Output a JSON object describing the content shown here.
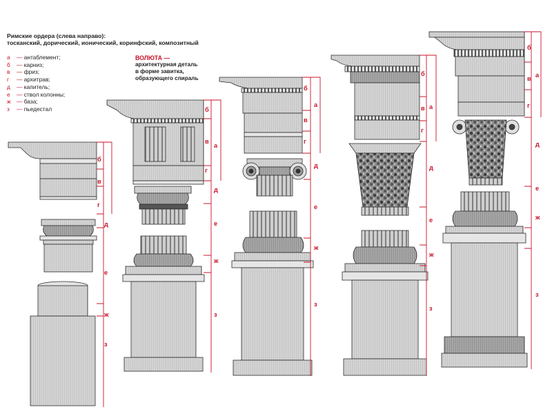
{
  "title": {
    "line1": "Римские ордера (слева направо):",
    "line2": "тосканский, дорический, ионический, коринфский, композитный"
  },
  "legend": [
    {
      "letter": "а",
      "text": "антаблемент;"
    },
    {
      "letter": "б",
      "text": "карниз;"
    },
    {
      "letter": "в",
      "text": "фриз;"
    },
    {
      "letter": "г",
      "text": "архитрав;"
    },
    {
      "letter": "д",
      "text": "капитель;"
    },
    {
      "letter": "е",
      "text": "ствол колонны;"
    },
    {
      "letter": "ж",
      "text": "база;"
    },
    {
      "letter": "з",
      "text": "пьедестал"
    }
  ],
  "legend_dash": "—",
  "volute_note": {
    "title": "ВОЛЮТА —",
    "lines": [
      "архитектурная деталь",
      "в форме завитка,",
      "образующего спираль"
    ]
  },
  "orders": [
    {
      "name": "Тосканский",
      "labels": {
        "б": "б",
        "в": "в",
        "г": "г",
        "д": "д",
        "е": "е",
        "ж": "ж",
        "з": "з"
      }
    },
    {
      "name": "Дорический",
      "labels": {
        "а": "а",
        "б": "б",
        "в": "в",
        "г": "г",
        "д": "д",
        "е": "е",
        "ж": "ж",
        "з": "з"
      }
    },
    {
      "name": "Ионический",
      "labels": {
        "а": "а",
        "б": "б",
        "в": "в",
        "г": "г",
        "д": "д",
        "е": "е",
        "ж": "ж",
        "з": "з"
      }
    },
    {
      "name": "Коринфский",
      "labels": {
        "а": "а",
        "б": "б",
        "в": "в",
        "г": "г",
        "д": "д",
        "е": "е",
        "ж": "ж",
        "з": "з"
      }
    },
    {
      "name": "Композитный",
      "labels": {
        "а": "а",
        "б": "б",
        "в": "в",
        "г": "г",
        "д": "д",
        "е": "е",
        "ж": "ж",
        "з": "з"
      }
    }
  ],
  "colors": {
    "label_red": "#c8142a",
    "stone_light": "#d2d2d2",
    "stone_mid": "#a9a9a9",
    "stone_dark": "#6e6e6e",
    "outline": "#2b2b2b"
  }
}
